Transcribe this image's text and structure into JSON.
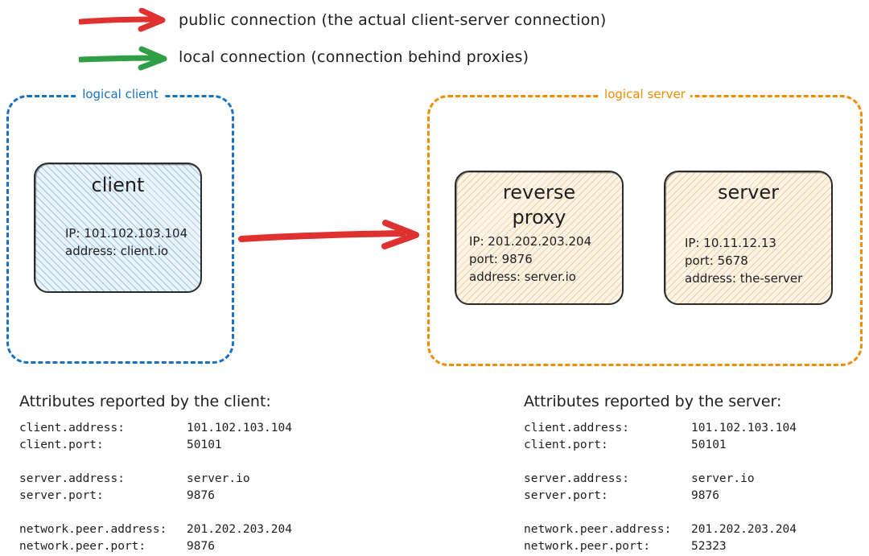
{
  "legend": {
    "rows": [
      {
        "icon": "red-arrow-icon",
        "color": "#e03131",
        "label": "public connection (the actual client-server connection)"
      },
      {
        "icon": "green-arrow-icon",
        "color": "#2f9e44",
        "label": "local connection (connection behind proxies)"
      }
    ]
  },
  "diagram": {
    "logical_client": {
      "label": "logical client",
      "border_color": "#1971c2",
      "node": {
        "title": "client",
        "lines": "IP: 101.102.103.104\naddress: client.io",
        "fill": "#eaf3fb",
        "hatch_color": "#5c9ad6"
      }
    },
    "logical_server": {
      "label": "logical server",
      "border_color": "#f08c00",
      "nodes": [
        {
          "title": "reverse\nproxy",
          "lines": "IP: 201.202.203.204\nport: 9876\naddress: server.io",
          "fill": "#fdf4e8",
          "hatch_color": "#e9a853"
        },
        {
          "title": "server",
          "lines": "IP: 10.11.12.13\nport: 5678\naddress: the-server",
          "fill": "#fdf4e8",
          "hatch_color": "#e9a853"
        }
      ]
    },
    "public_arrow": {
      "icon": "red-arrow-icon",
      "color": "#e03131"
    }
  },
  "attributes": {
    "client_panel": {
      "heading": "Attributes reported by the client:",
      "groups": [
        [
          {
            "key": "client.address:",
            "value": "101.102.103.104"
          },
          {
            "key": "client.port:",
            "value": "50101"
          }
        ],
        [
          {
            "key": "server.address:",
            "value": "server.io"
          },
          {
            "key": "server.port:",
            "value": "9876"
          }
        ],
        [
          {
            "key": "network.peer.address:",
            "value": "201.202.203.204"
          },
          {
            "key": "network.peer.port:",
            "value": "9876"
          }
        ]
      ]
    },
    "server_panel": {
      "heading": "Attributes reported by the server:",
      "groups": [
        [
          {
            "key": "client.address:",
            "value": "101.102.103.104"
          },
          {
            "key": "client.port:",
            "value": "50101"
          }
        ],
        [
          {
            "key": "server.address:",
            "value": "server.io"
          },
          {
            "key": "server.port:",
            "value": "9876"
          }
        ],
        [
          {
            "key": "network.peer.address:",
            "value": "201.202.203.204"
          },
          {
            "key": "network.peer.port:",
            "value": "52323"
          }
        ]
      ]
    }
  }
}
